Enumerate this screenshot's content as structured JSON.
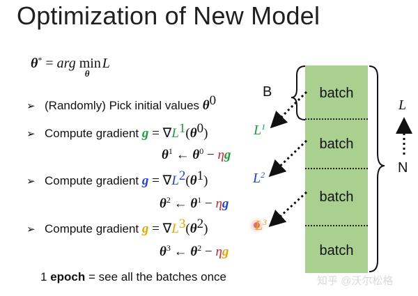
{
  "title": "Optimization of New Model",
  "formula": {
    "lhs": "θ",
    "star": "*",
    "eq": " = ",
    "arg": "arg",
    "min": "min",
    "sub": "θ",
    "L": "L"
  },
  "steps": [
    {
      "text": "(Randomly) Pick initial values ",
      "theta": "θ",
      "sup": "0"
    },
    {
      "text": "Compute gradient ",
      "g": "g",
      "eq": " = ∇",
      "L": "L",
      "Lsup": "1",
      "open": "(",
      "theta": "θ",
      "thsup": "0",
      "close": ")"
    },
    {
      "text": "Compute gradient ",
      "g": "g",
      "eq": " = ∇",
      "L": "L",
      "Lsup": "2",
      "open": "(",
      "theta": "θ",
      "thsup": "1",
      "close": ")"
    },
    {
      "text": "Compute gradient ",
      "g": "g",
      "eq": " = ∇",
      "L": "L",
      "Lsup": "3",
      "open": "(",
      "theta": "θ",
      "thsup": "2",
      "close": ")"
    }
  ],
  "updates": [
    {
      "theta": "θ",
      "sup": "1",
      "arrow": " ← ",
      "theta2": "θ",
      "sup2": "0",
      "minus": " − ",
      "eta": "η",
      "g": "g"
    },
    {
      "theta": "θ",
      "sup": "2",
      "arrow": " ← ",
      "theta2": "θ",
      "sup2": "1",
      "minus": " − ",
      "eta": "η",
      "g": "g"
    },
    {
      "theta": "θ",
      "sup": "3",
      "arrow": " ← ",
      "theta2": "θ",
      "sup2": "2",
      "minus": " − ",
      "eta": "η",
      "g": "g"
    }
  ],
  "side_losses": [
    {
      "L": "L",
      "sup": "1"
    },
    {
      "L": "L",
      "sup": "2"
    },
    {
      "L": "L",
      "sup": "3"
    }
  ],
  "batches": [
    "batch",
    "batch",
    "batch",
    "batch"
  ],
  "labels": {
    "B": "B",
    "N": "N",
    "L": "L"
  },
  "epoch": {
    "prefix": "1 ",
    "bold": "epoch",
    "rest": " = see all the batches once"
  },
  "watermark": "知乎 @沃尔松格",
  "colors": {
    "green": "#1e9e3a",
    "blue": "#2340d8",
    "yellow": "#e0a800",
    "red": "#d42020",
    "batch_fill": "#a9d08e"
  }
}
